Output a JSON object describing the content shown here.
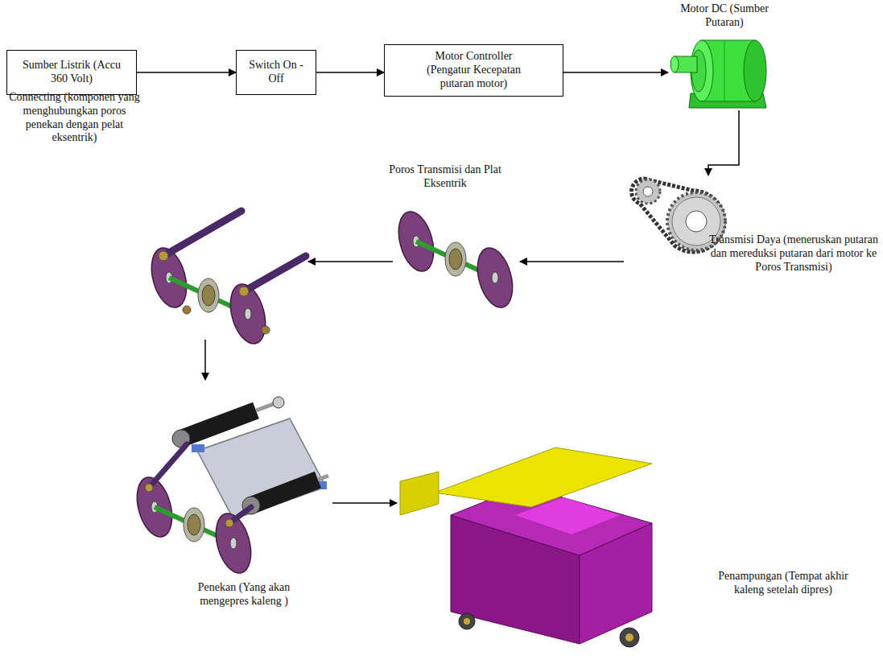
{
  "diagram": {
    "nodes": [
      {
        "text": [
          "Sumber Listrik (Accu 360 Volt)"
        ]
      },
      {
        "text": [
          "Switch On - Off"
        ]
      },
      {
        "text": [
          "Motor Controller (Pengatur Kecepatan putaran motor)"
        ]
      },
      {
        "text": [
          "Motor DC (Sumber Putaran)"
        ]
      },
      {
        "text": [
          "Transmisi Daya (meneruskan putaran dan mereduksi putaran dari motor ke Poros Transmisi)"
        ]
      },
      {
        "text": [
          "Poros Transmisi dan Plat Eksentrik"
        ]
      },
      {
        "text": [
          "Connecting (komponen yang menghubungkan poros penekan dengan pelat eksentrik)"
        ]
      },
      {
        "text": [
          "Penekan (Yang akan mengepres kaleng )"
        ]
      },
      {
        "text": [
          "Penampungan (Tempat akhir kaleng setelah dipres)"
        ]
      }
    ],
    "edges": [
      {
        "from": 0,
        "to": 1,
        "arrow": "to"
      },
      {
        "from": 1,
        "to": 2,
        "arrow": "to"
      },
      {
        "from": 2,
        "to": 3,
        "arrow": "to"
      },
      {
        "from": 3,
        "to": 4,
        "arrow": "to"
      },
      {
        "from": 4,
        "to": 5,
        "arrow": "to"
      },
      {
        "from": 5,
        "to": 6,
        "arrow": "to"
      },
      {
        "from": 6,
        "to": 7,
        "arrow": "to"
      },
      {
        "from": 7,
        "to": 8,
        "arrow": "to"
      }
    ]
  }
}
